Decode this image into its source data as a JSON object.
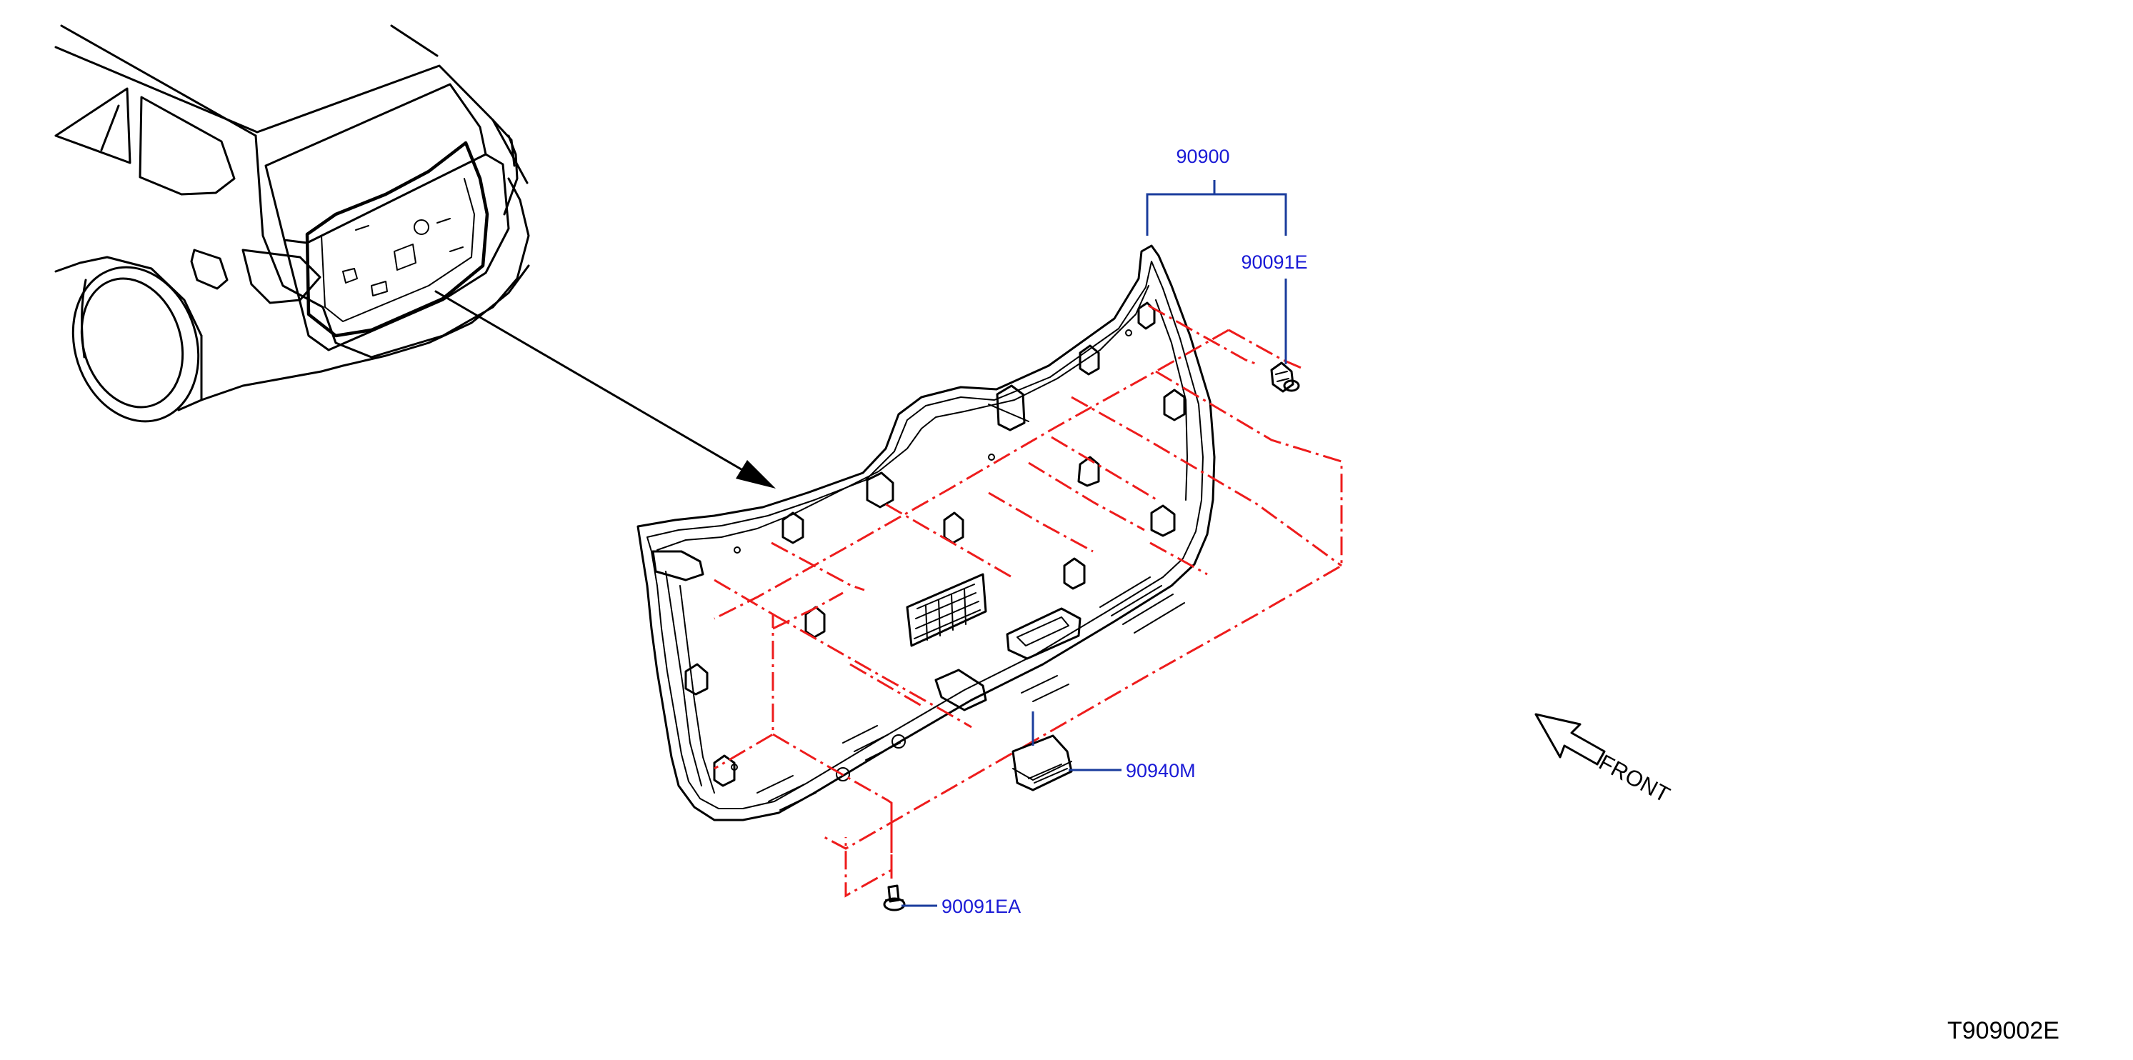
{
  "diagram": {
    "figure_code": "T909002E",
    "front_label": "FRONT",
    "parts": [
      {
        "id": "part-90900",
        "label": "90900"
      },
      {
        "id": "part-90091e",
        "label": "90091E"
      },
      {
        "id": "part-90940m",
        "label": "90940M"
      },
      {
        "id": "part-90091ea",
        "label": "90091EA"
      }
    ],
    "colors": {
      "outline": "#000000",
      "phantom_lines": "#ee1c1c",
      "callout_labels": "#1a1ad6",
      "leader_lines": "#1a3c9c",
      "background": "#ffffff"
    }
  }
}
